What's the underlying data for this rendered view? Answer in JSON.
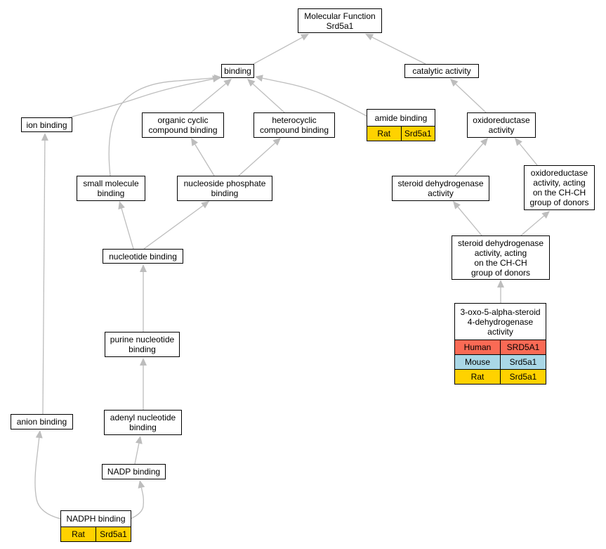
{
  "graph": {
    "colors": {
      "edge": "#bdbdbd",
      "Human": "#fa6a55",
      "Mouse": "#a9d7e6",
      "Rat": "#ffd200"
    },
    "nodes": {
      "root": {
        "label": "Molecular Function\nSrd5a1"
      },
      "binding": {
        "label": "binding"
      },
      "catalytic": {
        "label": "catalytic activity"
      },
      "ion": {
        "label": "ion binding"
      },
      "organic": {
        "label": "organic cyclic\ncompound binding"
      },
      "hetero": {
        "label": "heterocyclic\ncompound binding"
      },
      "amide": {
        "label": "amide binding",
        "rows": [
          {
            "species": "Rat",
            "gene": "Srd5a1"
          }
        ]
      },
      "oxido": {
        "label": "oxidoreductase\nactivity"
      },
      "smallmol": {
        "label": "small molecule\nbinding"
      },
      "nucphos": {
        "label": "nucleoside phosphate\nbinding"
      },
      "steroid": {
        "label": "steroid dehydrogenase\nactivity"
      },
      "oxidoch": {
        "label": "oxidoreductase\nactivity, acting\non the CH-CH\ngroup of donors"
      },
      "nucleotide": {
        "label": "nucleotide binding"
      },
      "steroidch": {
        "label": "steroid dehydrogenase\nactivity, acting\non the CH-CH\ngroup of donors"
      },
      "oxo": {
        "label": "3-oxo-5-alpha-steroid\n4-dehydrogenase\nactivity",
        "rows": [
          {
            "species": "Human",
            "gene": "SRD5A1"
          },
          {
            "species": "Mouse",
            "gene": "Srd5a1"
          },
          {
            "species": "Rat",
            "gene": "Srd5a1"
          }
        ]
      },
      "purine": {
        "label": "purine nucleotide\nbinding"
      },
      "anion": {
        "label": "anion binding"
      },
      "adenyl": {
        "label": "adenyl nucleotide\nbinding"
      },
      "nadp": {
        "label": "NADP binding"
      },
      "nadph": {
        "label": "NADPH binding",
        "rows": [
          {
            "species": "Rat",
            "gene": "Srd5a1"
          }
        ]
      }
    },
    "edges": [
      [
        "binding",
        "root"
      ],
      [
        "catalytic",
        "root"
      ],
      [
        "ion",
        "binding"
      ],
      [
        "organic",
        "binding"
      ],
      [
        "hetero",
        "binding"
      ],
      [
        "amide",
        "binding"
      ],
      [
        "smallmol",
        "binding"
      ],
      [
        "oxido",
        "catalytic"
      ],
      [
        "nucphos",
        "organic"
      ],
      [
        "nucphos",
        "hetero"
      ],
      [
        "nucleotide",
        "smallmol"
      ],
      [
        "nucleotide",
        "nucphos"
      ],
      [
        "steroid",
        "oxido"
      ],
      [
        "oxidoch",
        "oxido"
      ],
      [
        "steroidch",
        "steroid"
      ],
      [
        "steroidch",
        "oxidoch"
      ],
      [
        "oxo",
        "steroidch"
      ],
      [
        "purine",
        "nucleotide"
      ],
      [
        "adenyl",
        "purine"
      ],
      [
        "anion",
        "ion"
      ],
      [
        "nadp",
        "adenyl"
      ],
      [
        "nadph",
        "anion"
      ],
      [
        "nadph",
        "nadp"
      ]
    ]
  }
}
